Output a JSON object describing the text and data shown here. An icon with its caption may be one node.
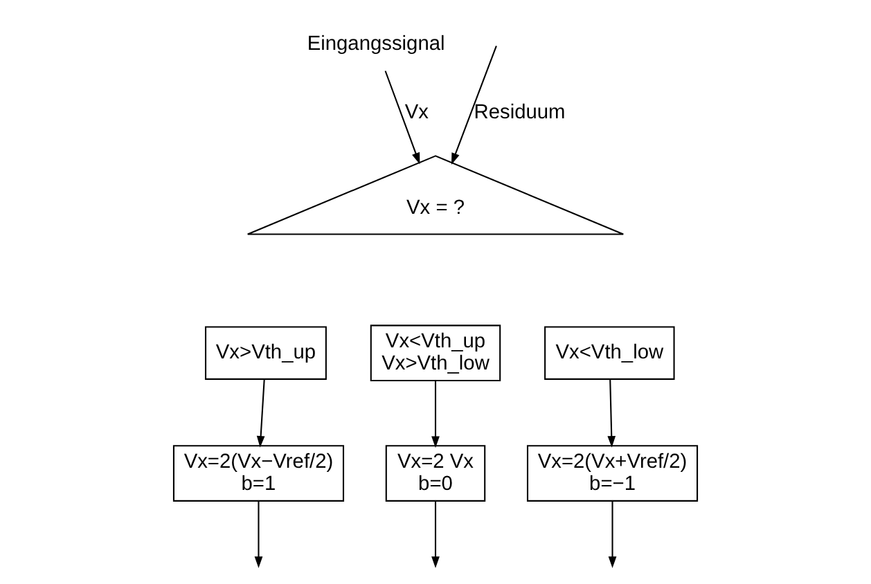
{
  "diagram": {
    "nodes": [
      {
        "text": [
          "Eingangssignal"
        ]
      },
      {
        "text": [
          "Vx = ?"
        ]
      },
      {
        "text": [
          "Vx>Vth_up"
        ]
      },
      {
        "text": [
          "Vx<Vth_up",
          "Vx>Vth_low"
        ]
      },
      {
        "text": [
          "Vx<Vth_low"
        ]
      },
      {
        "text": [
          "Vx=2(Vx−Vref/2)",
          "b=1"
        ]
      },
      {
        "text": [
          "Vx=2 Vx",
          "b=0"
        ]
      },
      {
        "text": [
          "Vx=2(Vx+Vref/2)",
          "b=−1"
        ]
      }
    ],
    "edges": [
      {
        "from": 0,
        "to": 1,
        "arrow": "to",
        "label": "Vx"
      },
      {
        "from": null,
        "to": 1,
        "arrow": "to",
        "label": "Residuum"
      },
      {
        "from": 2,
        "to": 5,
        "arrow": "to"
      },
      {
        "from": 3,
        "to": 6,
        "arrow": "to"
      },
      {
        "from": 4,
        "to": 7,
        "arrow": "to"
      },
      {
        "from": 5,
        "to": null,
        "arrow": "to"
      },
      {
        "from": 6,
        "to": null,
        "arrow": "to"
      },
      {
        "from": 7,
        "to": null,
        "arrow": "to"
      }
    ]
  }
}
